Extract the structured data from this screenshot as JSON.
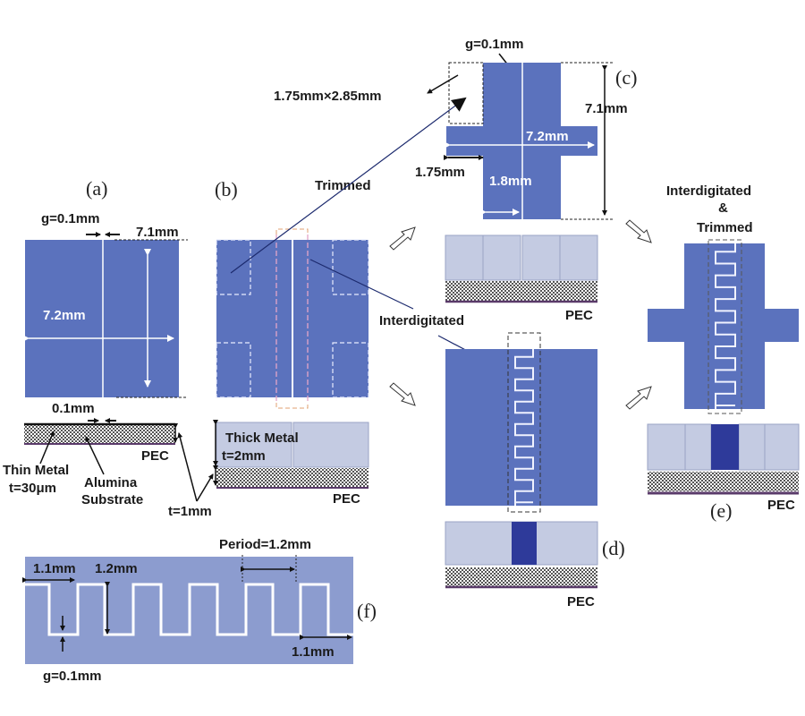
{
  "colors": {
    "metal": "#5b72bd",
    "metal_light": "#c4cbe2",
    "metal_dark": "#2e3a9a",
    "pec": "#5a3a6a",
    "strip_f": "#8c9ccf",
    "trim_outline": "#e0a070"
  },
  "panels": {
    "a": {
      "label": "(a)",
      "gap": "g=0.1mm",
      "height": "7.1mm",
      "width": "7.2mm",
      "gap_section": "0.1mm",
      "thin_metal": "Thin Metal",
      "thin_metal_t": "t=30μm",
      "substrate": "Alumina",
      "substrate2": "Substrate",
      "pec": "PEC",
      "sub_t": "t=1mm"
    },
    "b": {
      "label": "(b)",
      "trimmed": "Trimmed",
      "thick_metal": "Thick Metal",
      "thick_metal_t": "t=2mm",
      "pec": "PEC"
    },
    "c": {
      "label": "(c)",
      "gap": "g=0.1mm",
      "trim_size": "1.75mm×2.85mm",
      "height": "7.1mm",
      "width": "7.2mm",
      "arm": "1.75mm",
      "column": "1.8mm",
      "pec": "PEC"
    },
    "d": {
      "label": "(d)",
      "interdigitated": "Interdigitated",
      "pec": "PEC"
    },
    "e": {
      "label": "(e)",
      "title1": "Interdigitated",
      "title2": "&",
      "title3": "Trimmed",
      "pec": "PEC"
    },
    "f": {
      "label": "(f)",
      "period": "Period=1.2mm",
      "left_margin": "1.1mm",
      "finger_depth": "1.2mm",
      "right_margin": "1.1mm",
      "gap": "g=0.1mm"
    }
  }
}
